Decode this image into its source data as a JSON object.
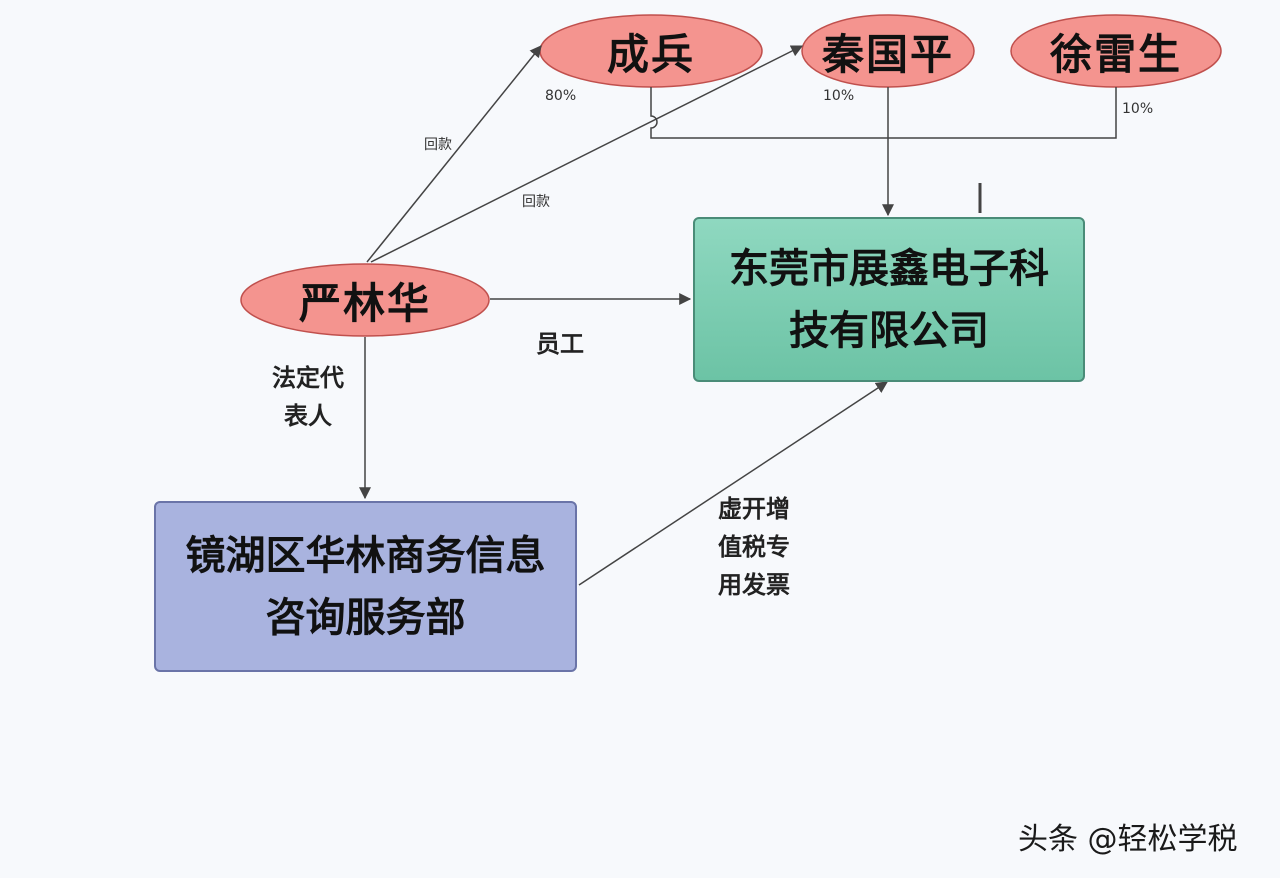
{
  "people": {
    "chengbing": "成兵",
    "qinguoping": "秦国平",
    "xuleisheng": "徐雷生",
    "yanlinhua": "严林华"
  },
  "shares": {
    "chengbing": "80%",
    "qinguoping": "10%",
    "xuleisheng": "10%"
  },
  "companies": {
    "dongguan_line1": "东莞市展鑫电子科",
    "dongguan_line2": "技有限公司",
    "jinghu_line1": "镜湖区华林商务信息",
    "jinghu_line2": "咨询服务部"
  },
  "edges": {
    "payback_1": "回款",
    "payback_2": "回款",
    "employee": "员工",
    "legal_rep_line1": "法定代",
    "legal_rep_line2": "表人",
    "invoice_line1": "虚开增",
    "invoice_line2": "值税专",
    "invoice_line3": "用发票"
  },
  "watermark": "头条 @轻松学税",
  "colors": {
    "person_fill": "#f4948f",
    "company_fill": "#7fcfb4",
    "consult_fill": "#a9b3df",
    "line": "#444444"
  }
}
